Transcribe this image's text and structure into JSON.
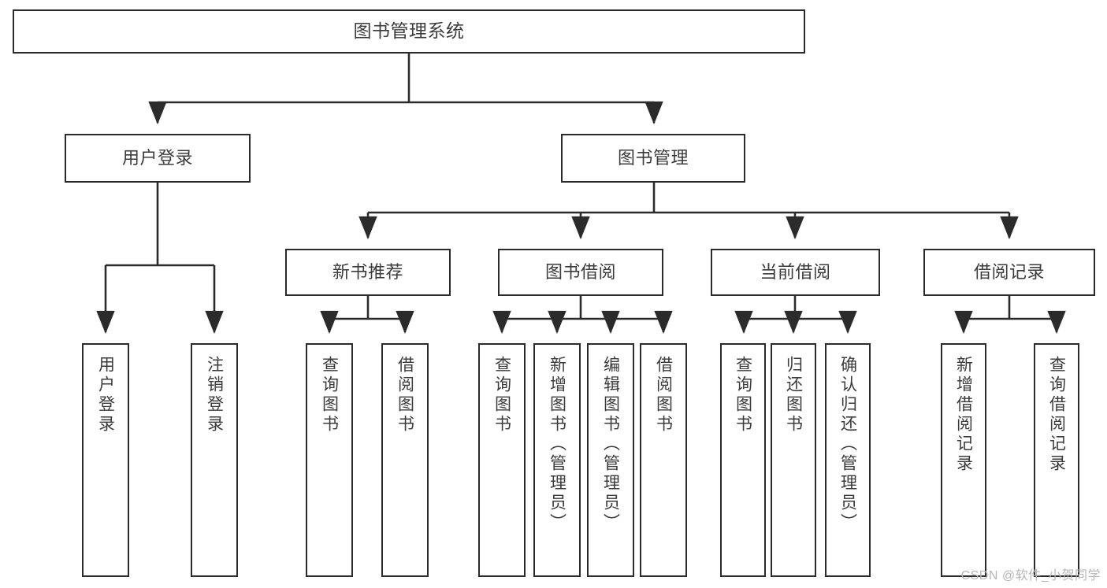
{
  "diagram": {
    "title": "图书管理系统",
    "type": "tree-hierarchy",
    "line_color": "#2b2b2b",
    "text_color": "#3b3b3b",
    "background": "#ffffff"
  },
  "nodes": {
    "root": {
      "label": "图书管理系统"
    },
    "level2": [
      {
        "label": "用户登录"
      },
      {
        "label": "图书管理"
      }
    ],
    "level3": [
      {
        "label": "新书推荐"
      },
      {
        "label": "图书借阅"
      },
      {
        "label": "当前借阅"
      },
      {
        "label": "借阅记录"
      }
    ],
    "leaves": {
      "user_login": [
        {
          "label": "用户登录"
        },
        {
          "label": "注销登录"
        }
      ],
      "new_book": [
        {
          "label": "查询图书"
        },
        {
          "label": "借阅图书"
        }
      ],
      "book_borrow": [
        {
          "label": "查询图书"
        },
        {
          "label": "新增图书（管理员）"
        },
        {
          "label": "编辑图书（管理员）"
        },
        {
          "label": "借阅图书"
        }
      ],
      "current_borrow": [
        {
          "label": "查询图书"
        },
        {
          "label": "归还图书"
        },
        {
          "label": "确认归还（管理员）"
        }
      ],
      "borrow_record": [
        {
          "label": "新增借阅记录"
        },
        {
          "label": "查询借阅记录"
        }
      ]
    }
  },
  "watermark": {
    "text": "CSDN @软件_小贺同学"
  }
}
